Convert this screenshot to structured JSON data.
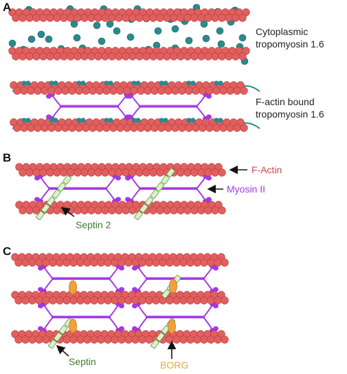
{
  "panels": {
    "a": {
      "letter": "A",
      "top_label": [
        "Cytoplasmic",
        "tropomyosin 1.6"
      ],
      "bottom_label": [
        "F-actin bound",
        "tropomyosin 1.6"
      ]
    },
    "b": {
      "letter": "B",
      "factin_label": "F-Actin",
      "myosin_label": "Myosin II",
      "septin_label": "Septin 2"
    },
    "c": {
      "letter": "C",
      "septin_label": "Septin",
      "borg_label": "BORG"
    }
  },
  "colors": {
    "actin": "#e0605f",
    "actin_dark": "#b83a3a",
    "tropomyosin": "#2a8a8c",
    "myosin": "#a338e6",
    "septin": "#d9f2c6",
    "septin_edge": "#5f8c4a",
    "borg": "#f0a03c",
    "label_factin": "#c84b4b",
    "label_myosin": "#a338e6",
    "label_septin": "#3f7a2c",
    "label_borg": "#e8a73a"
  },
  "icons": [
    "actin-filament",
    "tropomyosin-dimer",
    "myosin-ii-minifilament",
    "septin-filament",
    "borg-protein",
    "arrow-icon"
  ]
}
